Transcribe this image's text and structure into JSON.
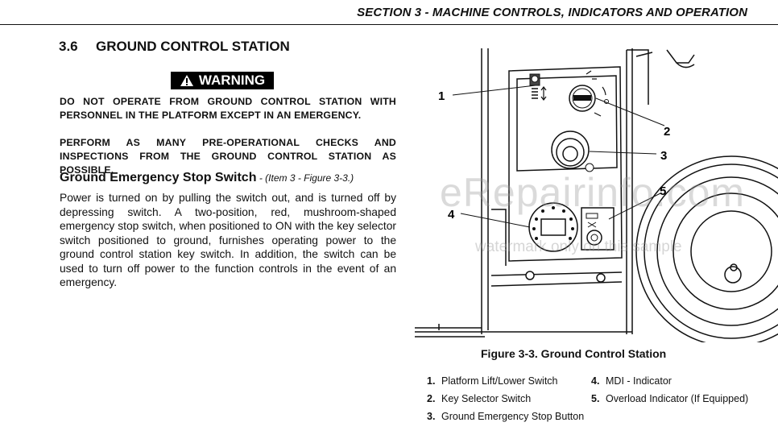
{
  "header": {
    "section_title": "SECTION 3 - MACHINE CONTROLS, INDICATORS AND OPERATION"
  },
  "section": {
    "number": "3.6",
    "title": "GROUND CONTROL STATION"
  },
  "warning": {
    "label": "WARNING",
    "para1": "DO NOT OPERATE FROM GROUND CONTROL STATION WITH PERSONNEL IN THE PLATFORM EXCEPT IN AN EMERGENCY.",
    "para2": "PERFORM AS MANY PRE-OPERATIONAL CHECKS AND INSPECTIONS FROM THE GROUND CONTROL STATION AS POSSIBLE."
  },
  "subsection": {
    "title": "Ground Emergency Stop Switch",
    "ref": " - (Item 3 - Figure 3-3.)"
  },
  "body": "Power is turned on by pulling the switch out, and is turned off by depressing switch. A two-position, red, mushroom-shaped emergency stop switch, when positioned to ON with the key selector switch positioned to ground, furnishes operating power to the ground control station key switch. In addition, the switch can be used to turn off power to the function controls in the event of an emergency.",
  "figure": {
    "caption": "Figure 3-3. Ground Control Station",
    "callouts": [
      "1",
      "2",
      "3",
      "4",
      "5"
    ],
    "legend": [
      {
        "num": "1.",
        "text": "Platform Lift/Lower Switch"
      },
      {
        "num": "2.",
        "text": "Key Selector Switch"
      },
      {
        "num": "3.",
        "text": "Ground Emergency Stop Button"
      },
      {
        "num": "4.",
        "text": "MDI - Indicator"
      },
      {
        "num": "5.",
        "text": "Overload Indicator (If Equipped)"
      }
    ]
  },
  "watermark": {
    "main": "eRepairinfo.com",
    "sub": "watermark only on this sample"
  }
}
